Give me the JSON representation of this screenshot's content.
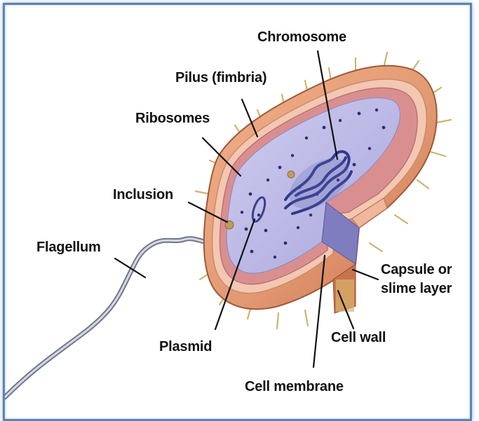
{
  "diagram": {
    "labels": {
      "chromosome": "Chromosome",
      "pilus": "Pilus (fimbria)",
      "ribosomes": "Ribosomes",
      "inclusion": "Inclusion",
      "flagellum": "Flagellum",
      "capsule_line1": "Capsule or",
      "capsule_line2": "slime layer",
      "cell_wall": "Cell wall",
      "plasmid": "Plasmid",
      "cell_membrane": "Cell membrane"
    },
    "colors": {
      "frame": "#5b84b1",
      "capsule": "#e39a72",
      "cell_wall": "#f1c2ab",
      "membrane": "#d98b8b",
      "cytoplasm": "#b9b6e3",
      "dna": "#2f3a8a",
      "flagellum": "#9aa3b4",
      "pili": "#d7c07a"
    }
  }
}
